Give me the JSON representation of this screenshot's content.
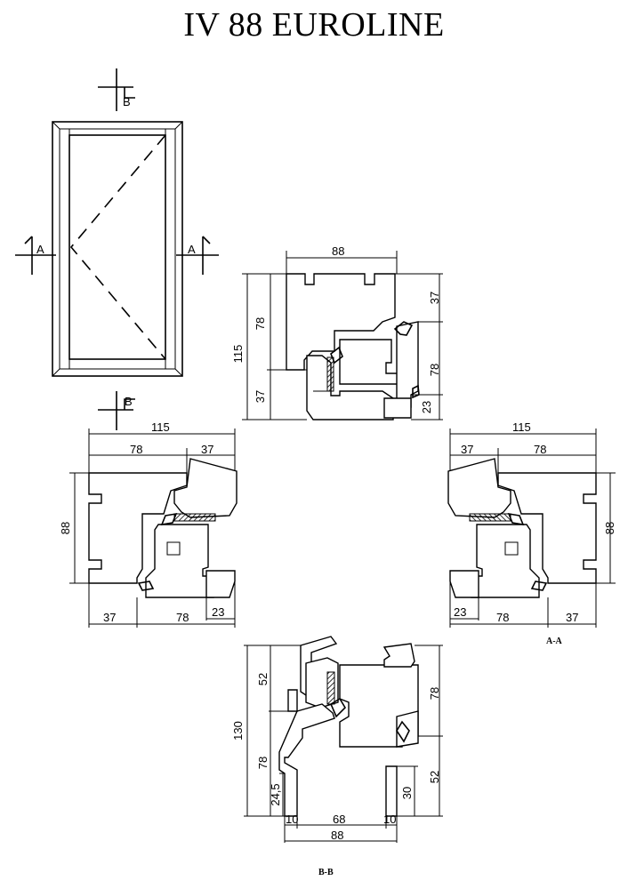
{
  "title": "IV 88 EUROLINE",
  "section_labels": {
    "a": "A",
    "b": "B"
  },
  "captions": {
    "aa": "A-A",
    "bb": "B-B"
  },
  "dims": {
    "top": {
      "w": "88",
      "h_total": "115",
      "h_a": "78",
      "h_b": "37",
      "r_a": "37",
      "r_b": "78",
      "r_c": "23"
    },
    "left": {
      "w_total": "115",
      "w_a": "78",
      "w_b": "37",
      "h": "88",
      "b_a": "37",
      "b_b": "78",
      "b_c": "23"
    },
    "right": {
      "w_total": "115",
      "w_a": "37",
      "w_b": "78",
      "h": "88",
      "b_a": "23",
      "b_b": "78",
      "b_c": "37"
    },
    "bottom": {
      "h_total": "130",
      "l_a": "52",
      "l_b": "78",
      "l_c": "24,5",
      "r_a": "78",
      "r_b": "52",
      "r_c": "30",
      "w_a": "10",
      "w_b": "68",
      "w_c": "10",
      "w_total": "88"
    }
  },
  "colors": {
    "ink": "#000000",
    "paper": "#ffffff"
  }
}
